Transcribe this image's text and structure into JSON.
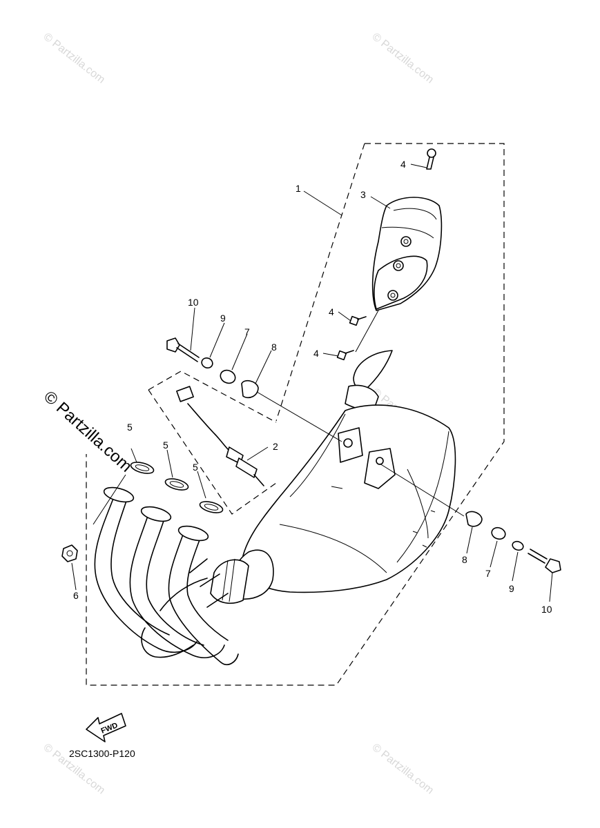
{
  "watermarks": {
    "small": "© Partzilla.com",
    "large": "© Partzilla.com"
  },
  "diagram_code": "2SC1300-P120",
  "fwd_label": "FWD",
  "callouts": {
    "c1": "1",
    "c2": "2",
    "c3": "3",
    "c4a": "4",
    "c4b": "4",
    "c4c": "4",
    "c5a": "5",
    "c5b": "5",
    "c5c": "5",
    "c6": "6",
    "c7a": "7",
    "c7b": "7",
    "c8a": "8",
    "c8b": "8",
    "c9a": "9",
    "c9b": "9",
    "c10a": "10",
    "c10b": "10"
  }
}
